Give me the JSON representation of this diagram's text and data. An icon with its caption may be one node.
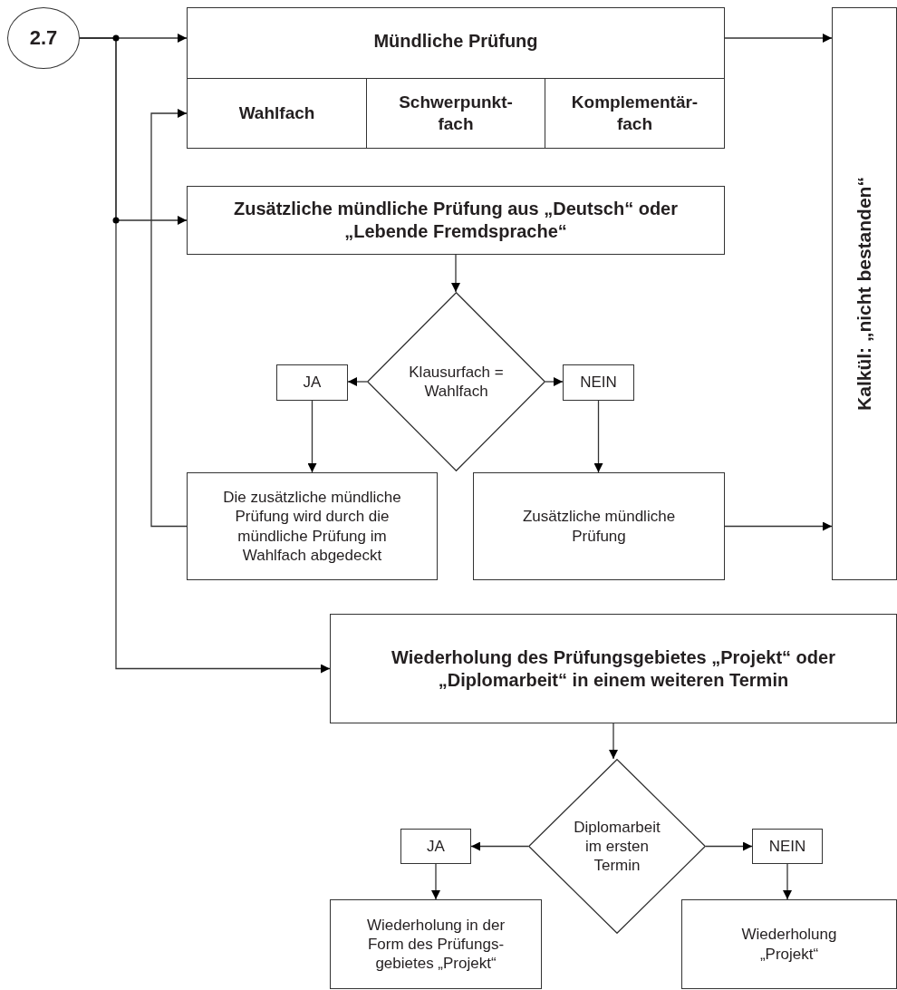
{
  "diagram": {
    "nodes": [
      {
        "text": [
          "2.7"
        ]
      },
      {
        "text": [
          "Mündliche Prüfung"
        ]
      },
      {
        "text": [
          "Wahlfach"
        ],
        "in": 1
      },
      {
        "text": [
          "Schwerpunkt-fach"
        ],
        "in": 1
      },
      {
        "text": [
          "Komplementär-fach"
        ],
        "in": 1
      },
      {
        "text": [
          "Zusätzliche mündliche Prüfung aus „Deutsch“ oder „Lebende Fremdsprache“"
        ]
      },
      {
        "text": [
          "Klausurfach = Wahlfach"
        ]
      },
      {
        "text": [
          "JA"
        ]
      },
      {
        "text": [
          "NEIN"
        ]
      },
      {
        "text": [
          "Die zusätzliche mündliche Prüfung wird durch die mündliche Prüfung im Wahlfach abgedeckt"
        ]
      },
      {
        "text": [
          "Zusätzliche mündliche Prüfung"
        ]
      },
      {
        "text": [
          "Kalkül: „nicht bestanden“"
        ]
      },
      {
        "text": [
          "Wiederholung des Prüfungsgebietes „Projekt“ oder „Diplomarbeit“ in einem weiteren Termin"
        ]
      },
      {
        "text": [
          "Diplomarbeit im ersten Termin"
        ]
      },
      {
        "text": [
          "JA"
        ]
      },
      {
        "text": [
          "NEIN"
        ]
      },
      {
        "text": [
          "Wiederholung in der Form des Prüfungs-gebietes „Projekt“"
        ]
      },
      {
        "text": [
          "Wiederholung „Projekt“"
        ]
      }
    ],
    "edges": [
      {
        "from": 0,
        "to": 1,
        "arrow": "to"
      },
      {
        "from": 0,
        "to": 5,
        "arrow": "to"
      },
      {
        "from": 0,
        "to": 12,
        "arrow": "to"
      },
      {
        "from": 1,
        "to": 11,
        "arrow": "to"
      },
      {
        "from": 5,
        "to": 6,
        "arrow": "to"
      },
      {
        "from": 6,
        "to": 7,
        "arrow": "to"
      },
      {
        "from": 6,
        "to": 8,
        "arrow": "to"
      },
      {
        "from": 7,
        "to": 9,
        "arrow": "to"
      },
      {
        "from": 8,
        "to": 10,
        "arrow": "to"
      },
      {
        "from": 9,
        "to": 2,
        "arrow": "to"
      },
      {
        "from": 10,
        "to": 11,
        "arrow": "to"
      },
      {
        "from": 12,
        "to": 13,
        "arrow": "to"
      },
      {
        "from": 13,
        "to": 14,
        "arrow": "to"
      },
      {
        "from": 13,
        "to": 15,
        "arrow": "to"
      },
      {
        "from": 14,
        "to": 16,
        "arrow": "to"
      },
      {
        "from": 15,
        "to": 17,
        "arrow": "to"
      }
    ]
  }
}
